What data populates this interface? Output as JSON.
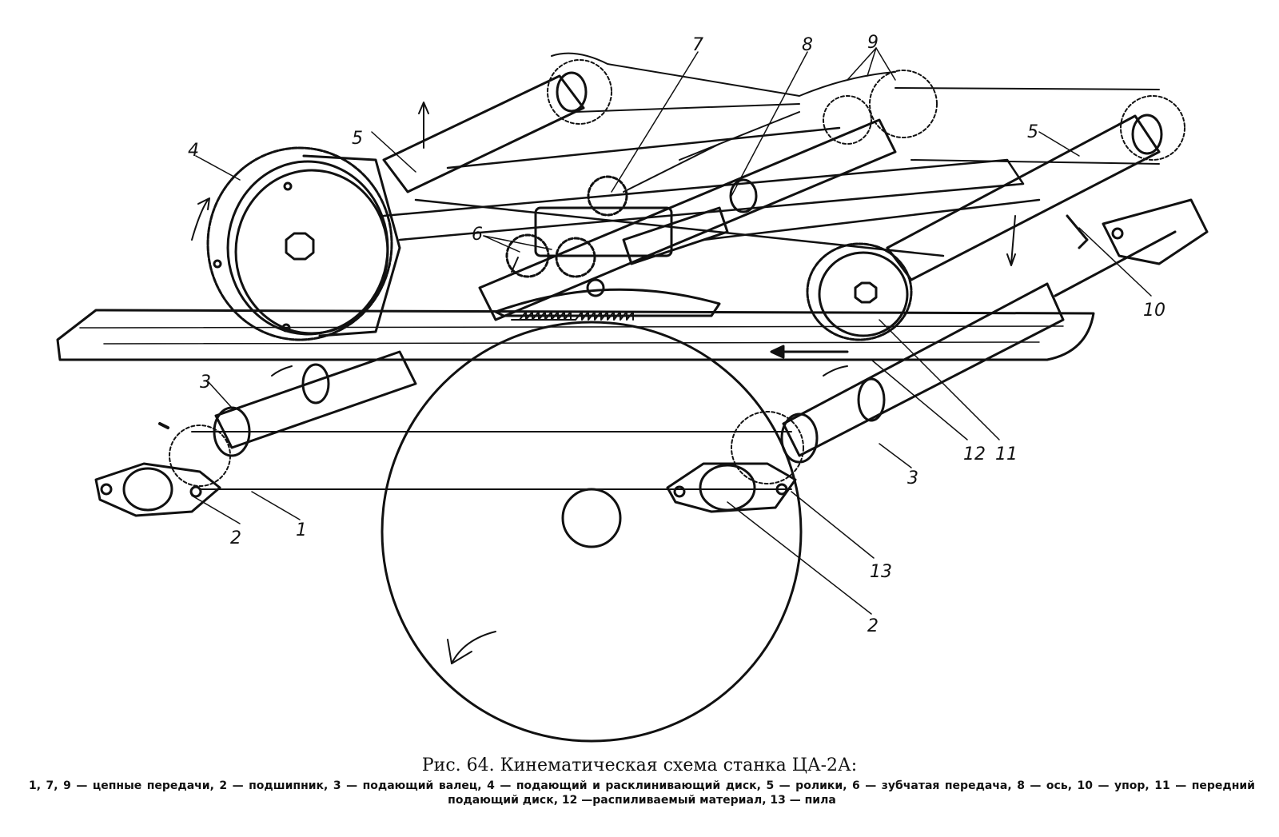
{
  "labels": {
    "l1": "1",
    "l2a": "2",
    "l2b": "2",
    "l3a": "3",
    "l3b": "3",
    "l4": "4",
    "l5a": "5",
    "l5b": "5",
    "l6": "6",
    "l7": "7",
    "l8": "8",
    "l9": "9",
    "l10": "10",
    "l11": "11",
    "l12": "12",
    "l13": "13"
  },
  "caption": {
    "title": "Рис. 64. Кинематическая схема станка ЦА-2А:",
    "legend": "1, 7, 9 — цепные передачи, 2 — подшипник, 3 — подающий валец, 4 — подающий и расклинивающий диск, 5 — ролики, 6 — зубчатая передача, 8 — ось, 10 — упор, 11 — передний подающий диск, 12 —распиливаемый материал, 13 — пила"
  }
}
